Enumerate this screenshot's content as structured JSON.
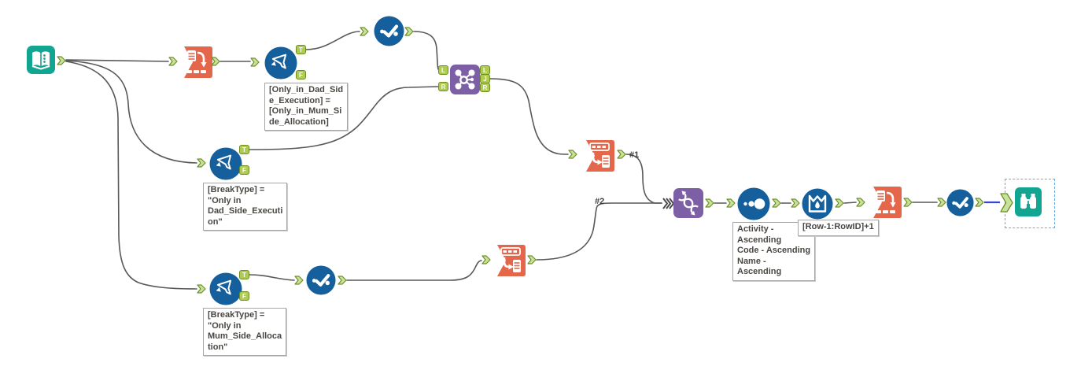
{
  "workflow": {
    "tools": [
      {
        "id": "input-data",
        "kind": "Input Data"
      },
      {
        "id": "cross-tab-1",
        "kind": "Cross Tab"
      },
      {
        "id": "filter-1",
        "kind": "Filter"
      },
      {
        "id": "select-1",
        "kind": "Select"
      },
      {
        "id": "join",
        "kind": "Join"
      },
      {
        "id": "transpose-1",
        "kind": "Transpose"
      },
      {
        "id": "filter-2",
        "kind": "Filter"
      },
      {
        "id": "filter-3",
        "kind": "Filter"
      },
      {
        "id": "select-2",
        "kind": "Select"
      },
      {
        "id": "transpose-2",
        "kind": "Transpose"
      },
      {
        "id": "union",
        "kind": "Union"
      },
      {
        "id": "sort",
        "kind": "Sort"
      },
      {
        "id": "multi-row-formula",
        "kind": "Multi-Row Formula"
      },
      {
        "id": "cross-tab-2",
        "kind": "Cross Tab"
      },
      {
        "id": "select-3",
        "kind": "Select"
      },
      {
        "id": "browse",
        "kind": "Browse"
      }
    ],
    "anchor_letters": {
      "t": "T",
      "f": "F",
      "l": "L",
      "j": "J",
      "r": "R"
    },
    "connection_labels": {
      "c1": "#1",
      "c2": "#2"
    },
    "annotations": {
      "filter1": "[Only_in_Dad_Sid\ne_Execution] =\n[Only_in_Mum_Si\nde_Allocation]",
      "filter2": "[BreakType] =\n\"Only in\nDad_Side_Executi\non\"",
      "filter3": "[BreakType] =\n\"Only in\nMum_Side_Alloca\ntion\"",
      "sort": "Activity -\nAscending\nCode - Ascending\nName -\nAscending",
      "multirow": "[Row-1:RowID]+1"
    },
    "colors": {
      "teal": "#12A592",
      "orange": "#E4674C",
      "tool_blue": "#155F9C",
      "purple": "#7C5FA5",
      "anchor_fill": "#C9E29B",
      "anchor_border": "#6E8F2A",
      "lettered_anchor_fill": "#AFCB52",
      "wire": "#585858",
      "selected_wire": "#3B46CE",
      "selection_box": "#63ACE8",
      "annotation_text": "#4A4742"
    }
  }
}
